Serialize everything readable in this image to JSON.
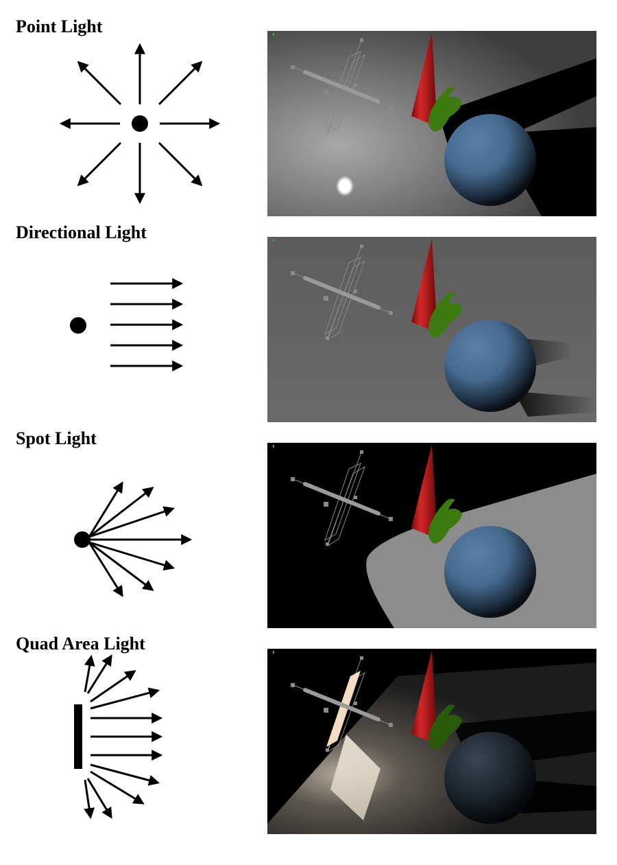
{
  "sections": [
    {
      "id": "point",
      "title": "Point Light"
    },
    {
      "id": "directional",
      "title": "Directional Light"
    },
    {
      "id": "spot",
      "title": "Spot Light"
    },
    {
      "id": "quad",
      "title": "Quad Area Light"
    }
  ],
  "colors": {
    "arrow": "#000000",
    "cone": "#c01818",
    "bunny": "#3d7a10",
    "sphere": "#4a6d94",
    "floor_lit": "#8a8a8a",
    "shadow": "#000000"
  }
}
